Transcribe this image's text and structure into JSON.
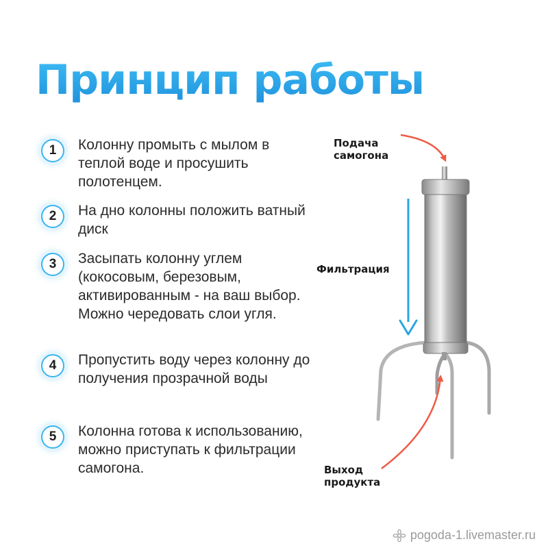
{
  "title": "Принцип работы",
  "steps": [
    {
      "num": "1",
      "text": "Колонну промыть с мылом в теплой воде и просушить полотенцем."
    },
    {
      "num": "2",
      "text": "На дно колонны положить ватный диск"
    },
    {
      "num": "3",
      "text": "Засыпать колонну углем (кокосовым, березовым, активированным - на ваш выбор. Можно чередовать слои угля."
    },
    {
      "num": "4",
      "text": "Пропустить воду через колонну до получения прозрачной воды"
    },
    {
      "num": "5",
      "text": "Колонна готова к использованию, можно приступать к фильтрации самогона."
    }
  ],
  "labels": {
    "input_line1": "Подача",
    "input_line2": "самогона",
    "filtration": "Фильтрация",
    "output_line1": "Выход",
    "output_line2": "продукта"
  },
  "watermark": {
    "text": "pogoda-1.livemaster.ru",
    "icon": "flower-icon"
  },
  "colors": {
    "title_gradient_top": "#3fc0f5",
    "title_gradient_bottom": "#1e8fdc",
    "badge_ring": "#39b4ee",
    "arrow_red": "#ef5a45",
    "arrow_blue": "#2aa4e4"
  }
}
